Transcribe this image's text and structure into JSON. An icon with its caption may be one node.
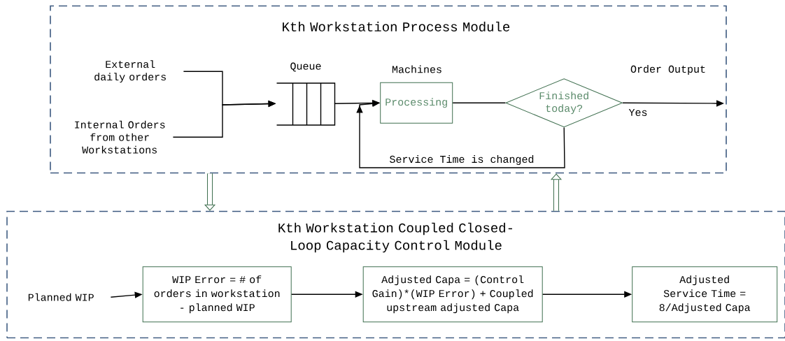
{
  "diagram": {
    "nodes": [
      {
        "text": [
          "Kth Workstation Process Module"
        ]
      },
      {
        "text": [
          "External daily orders"
        ],
        "in": 0
      },
      {
        "text": [
          "Internal Orders from other Workstations"
        ],
        "in": 0
      },
      {
        "text": [
          "Queue"
        ],
        "in": 0
      },
      {
        "text": [
          "Machines",
          "Processing"
        ],
        "in": 0
      },
      {
        "text": [
          "Finished today?"
        ],
        "in": 0
      },
      {
        "text": [
          "Kth Workstation Coupled Closed-Loop Capacity Control Module"
        ]
      },
      {
        "text": [
          "Planned WIP"
        ],
        "in": 6
      },
      {
        "text": [
          "WIP Error = # of orders in workstation - planned WIP"
        ],
        "in": 6
      },
      {
        "text": [
          "Adjusted Capa = (Control Gain)*(WIP Error) + Coupled upstream adjusted Capa"
        ],
        "in": 6
      },
      {
        "text": [
          "Adjusted Service Time = 8/Adjusted Capa"
        ],
        "in": 6
      }
    ],
    "edges": [
      {
        "from": 1,
        "to": 3,
        "arrow": "to"
      },
      {
        "from": 2,
        "to": 3,
        "arrow": "to"
      },
      {
        "from": 3,
        "to": 4,
        "arrow": "to"
      },
      {
        "from": 4,
        "to": 5,
        "arrow": "none"
      },
      {
        "from": 5,
        "to": null,
        "arrow": "to",
        "label": "Yes"
      },
      {
        "from": 5,
        "to": 4,
        "arrow": "to",
        "label": "Service Time is changed"
      },
      {
        "from": 0,
        "to": 6,
        "arrow": "to",
        "style": "thick",
        "color": "#3f6f4f"
      },
      {
        "from": 6,
        "to": 0,
        "arrow": "to",
        "style": "thick",
        "color": "#3f6f4f"
      },
      {
        "from": 7,
        "to": 8,
        "arrow": "to"
      },
      {
        "from": 8,
        "to": 9,
        "arrow": "to"
      },
      {
        "from": 9,
        "to": 10,
        "arrow": "to"
      }
    ],
    "labels": [
      "Order Output"
    ]
  }
}
